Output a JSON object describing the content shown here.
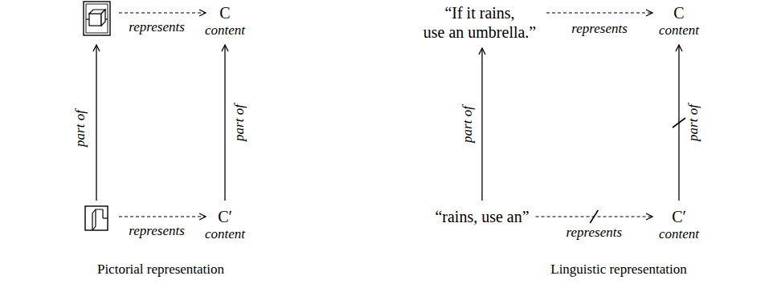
{
  "diagram": {
    "nodes": [
      {
        "text": [
          "C",
          "content"
        ]
      },
      {
        "text": [
          "C′",
          "content"
        ]
      },
      {
        "text": [
          "“If it rains, use an umbrella.”"
        ]
      },
      {
        "text": [
          "C",
          "content"
        ]
      },
      {
        "text": [
          "“rains, use an”"
        ]
      },
      {
        "text": [
          "C′",
          "content"
        ]
      }
    ],
    "edges": [
      {
        "from": 1,
        "to": 0,
        "label": "part of",
        "arrow": "to"
      },
      {
        "from": 2,
        "to": 3,
        "label": "represents",
        "arrow": "to"
      },
      {
        "from": 4,
        "to": 2,
        "label": "part of",
        "arrow": "to"
      },
      {
        "from": 4,
        "to": 5,
        "label": "represents",
        "arrow": "to"
      },
      {
        "from": 5,
        "to": 3,
        "label": "part of",
        "arrow": "to"
      }
    ],
    "labels": [
      "represents",
      "part of",
      "represents",
      "Pictorial representation",
      "Linguistic representation"
    ]
  }
}
